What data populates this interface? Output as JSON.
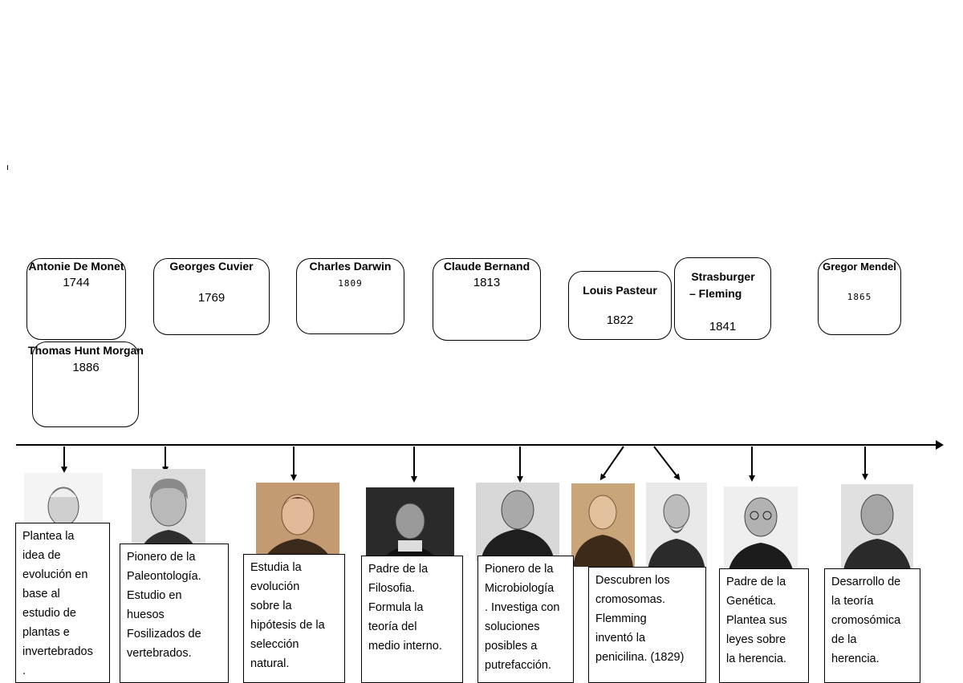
{
  "figures": [
    {
      "name": "Antonie De Monet",
      "year": "1744"
    },
    {
      "name": "Georges Cuvier",
      "year": "1769"
    },
    {
      "name": "Charles Darwin",
      "year": "1809"
    },
    {
      "name": "Claude Bernand",
      "year": "1813"
    },
    {
      "name": "Louis Pasteur",
      "year": "1822"
    },
    {
      "name_line1": "Strasburger",
      "name_line2": "– Fleming",
      "year": "1841"
    },
    {
      "name": "Gregor Mendel",
      "year": "1865"
    },
    {
      "name": "Thomas Hunt Morgan",
      "year": "1886"
    }
  ],
  "descriptions": [
    "Plantea la\nidea de\nevolución en\nbase al\nestudio de\nplantas e\ninvertebrados\n.",
    "Pionero de la\nPaleontología.\nEstudio en\nhuesos\nFosilizados de\nvertebrados.",
    "Estudia la\nevolución\nsobre la\nhipótesis de la\nselección\nnatural.",
    "Padre de la\nFilosofia.\nFormula la\nteoría del\nmedio interno.",
    "Pionero de la\nMicrobiología\n. Investiga con\nsoluciones\nposibles a\nputrefacción.",
    "Descubren los\ncromosomas.\nFlemming\ninventó la\npenicilina. (1829)",
    "Padre de la\nGenética.\nPlantea sus\nleyes sobre\nla herencia.",
    "Desarrollo de\nla teoría\ncromosómica\nde la\nherencia."
  ],
  "colors": {
    "line": "#000000",
    "portrait_sepia": "#c9a57a",
    "portrait_gray": "#8a8a8a"
  }
}
